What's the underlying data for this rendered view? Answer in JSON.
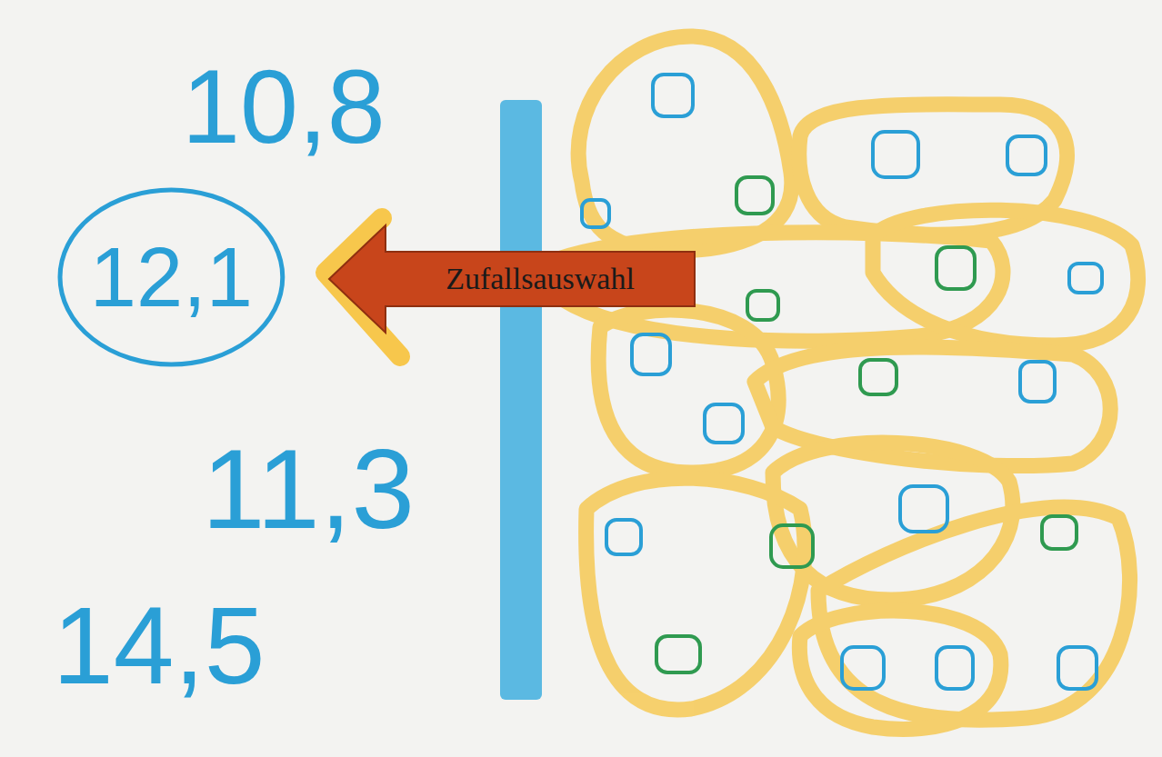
{
  "diagram": {
    "nodes": [
      {
        "text": [
          "12,1"
        ]
      },
      {
        "text": [
          "Zufallsauswahl"
        ]
      }
    ],
    "labels": [
      "10,8",
      "11,3",
      "14,5"
    ]
  }
}
